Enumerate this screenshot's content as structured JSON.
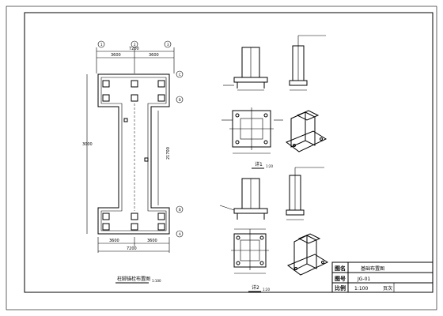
{
  "plan": {
    "dims_top": [
      "7200",
      "3600",
      "3600"
    ],
    "dims_bottom_upper": [
      "3600",
      "3600"
    ],
    "dims_bottom_lower": [
      "7200"
    ],
    "left_dim": "3000",
    "right_dim": "21700",
    "axis_labels": [
      "C",
      "B",
      "A"
    ],
    "col_labels": [
      "1",
      "2",
      "3"
    ],
    "title": "柱脚锚栓布置图",
    "scale": "1:100"
  },
  "detail1": {
    "title": "详1",
    "scale": "1:20"
  },
  "detail2": {
    "title": "详2",
    "scale": "1:20"
  },
  "title_block": {
    "label_name": "图名",
    "value_name": "基础布置图",
    "label_number": "图号",
    "value_number": "JG-01",
    "label_scale": "比例",
    "value_scale": "1:100",
    "label_page": "页次"
  }
}
